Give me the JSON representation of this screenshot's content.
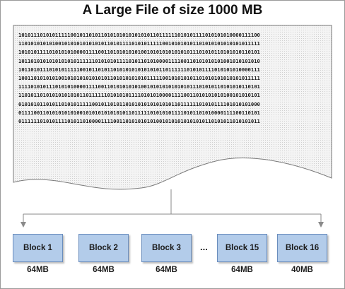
{
  "title": "A Large File of size 1000 MB",
  "binary_lines": [
    "1010111010101111100101101011010101010101010110111111010101111010101010000111100",
    "1101010101010010101010101010110101111010101111100101010101101010101010101011111",
    "1010101111010101010000111100110101010101001010101010101011101010110101010110101",
    "1011010101010101010111111010101011110101101010000111100110101010101001010101010",
    "1011010111010101111100101101011010101010101010110111111010101111010101010000111",
    "1001101010101001010101010101011010101010101111100101010101101010101010101011111",
    "1111010101110101010000111100110101010101001010101010101011101010110101010110101",
    "1101011010101010101011011111101010101111010101000011110011010101010100101010101",
    "0101010110101101010111110010110101101010101010101011011111101010111101010101000",
    "0111100110101010101001010101010101011011111010101011110101101010000111100110101",
    "0111111010101111010110100001111001101010101010010101010101010110101011010101011"
  ],
  "ellipsis": "...",
  "blocks": [
    {
      "label": "Block 1",
      "size": "64MB"
    },
    {
      "label": "Block 2",
      "size": "64MB"
    },
    {
      "label": "Block 3",
      "size": "64MB"
    },
    {
      "label": "Block 15",
      "size": "64MB"
    },
    {
      "label": "Block 16",
      "size": "40MB"
    }
  ],
  "colors": {
    "block_fill": "#b3ccea",
    "block_border": "#6a8dbd",
    "file_fill": "#f2f2f2",
    "connector": "#8a8a8a"
  }
}
